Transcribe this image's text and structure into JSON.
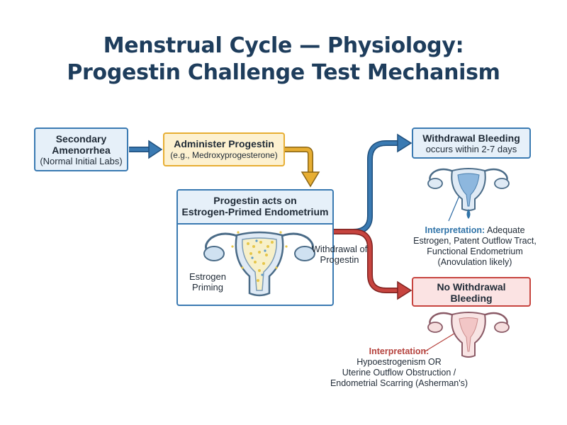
{
  "title": {
    "line1": "Menstrual Cycle — Physiology:",
    "line2": "Progestin Challenge Test Mechanism"
  },
  "nodes": {
    "secondary_amenorrhea": {
      "bold": "Secondary Amenorrhea",
      "note": "(Normal Initial Labs)"
    },
    "administer_progestin": {
      "bold": "Administer Progestin",
      "note": "(e.g., Medroxyprogesterone)"
    },
    "progestin_acts": {
      "line1": "Progestin acts on",
      "line2": "Estrogen-Primed Endometrium",
      "side_label": "Estrogen Priming"
    },
    "withdrawal_bleeding": {
      "line1": "Withdrawal Bleeding",
      "line2": "occurs within 2-7 days"
    },
    "no_withdrawal_bleeding": {
      "line1": "No Withdrawal",
      "line2": "Bleeding"
    }
  },
  "edge_labels": {
    "withdrawal": "Withdrawal of Progestin"
  },
  "interpretations": {
    "withdrawal": {
      "label": "Interpretation:",
      "text_l1": "Adequate",
      "text_l2": "Estrogen, Patent Outflow Tract,",
      "text_l3": "Functional Endometrium",
      "text_l4": "(Anovulation likely)"
    },
    "no_withdrawal": {
      "label": "Interpretation:",
      "text_l1": "Hypoestrogenism OR",
      "text_l2": "Uterine Outflow Obstruction /",
      "text_l3": "Endometrial Scarring (Asherman's)"
    }
  },
  "colors": {
    "blue": "#3a7ab2",
    "gold": "#e7ae33",
    "red": "#c7443f",
    "title": "#1e3d5c"
  }
}
